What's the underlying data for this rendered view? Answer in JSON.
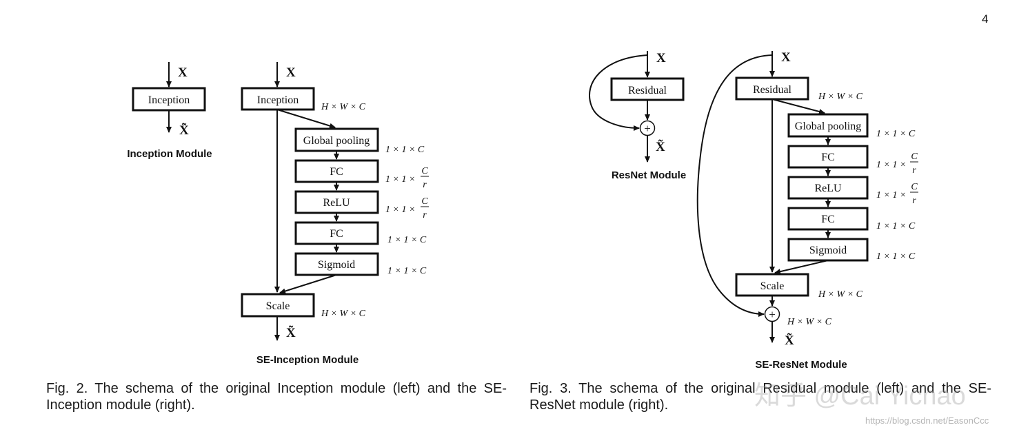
{
  "page_number": "4",
  "fig2": {
    "caption": "Fig. 2. The schema of the original Inception module (left) and the SE-Inception module (right).",
    "inception": {
      "input": "X",
      "output": "X̃",
      "block": "Inception",
      "title": "Inception Module"
    },
    "se_inception": {
      "input": "X",
      "output": "X̃",
      "blocks": [
        "Inception",
        "Global pooling",
        "FC",
        "ReLU",
        "FC",
        "Sigmoid",
        "Scale"
      ],
      "dims": [
        "H × W × C",
        "1 × 1 × C",
        "1 × 1 ×",
        "1 × 1 ×",
        "1 × 1 × C",
        "1 × 1 × C",
        "H × W × C"
      ],
      "title": "SE-Inception Module"
    }
  },
  "fig3": {
    "caption": "Fig. 3. The schema of the original Residual module (left) and the SE-ResNet module (right).",
    "resnet": {
      "input": "X",
      "output": "X̃",
      "block": "Residual",
      "sum_symbol": "+",
      "title": "ResNet Module"
    },
    "se_resnet": {
      "input": "X",
      "output": "X̃",
      "blocks": [
        "Residual",
        "Global pooling",
        "FC",
        "ReLU",
        "FC",
        "Sigmoid",
        "Scale"
      ],
      "dims": [
        "H × W × C",
        "1 × 1 × C",
        "1 × 1 ×",
        "1 × 1 ×",
        "1 × 1 × C",
        "1 × 1 × C",
        "H × W × C",
        "H × W × C"
      ],
      "sum_symbol": "+",
      "title": "SE-ResNet Module"
    }
  },
  "fraction": {
    "numerator": "C",
    "denominator": "r"
  },
  "watermark": "知乎 @Cai Yichao",
  "source_url": "https://blog.csdn.net/EasonCcc"
}
